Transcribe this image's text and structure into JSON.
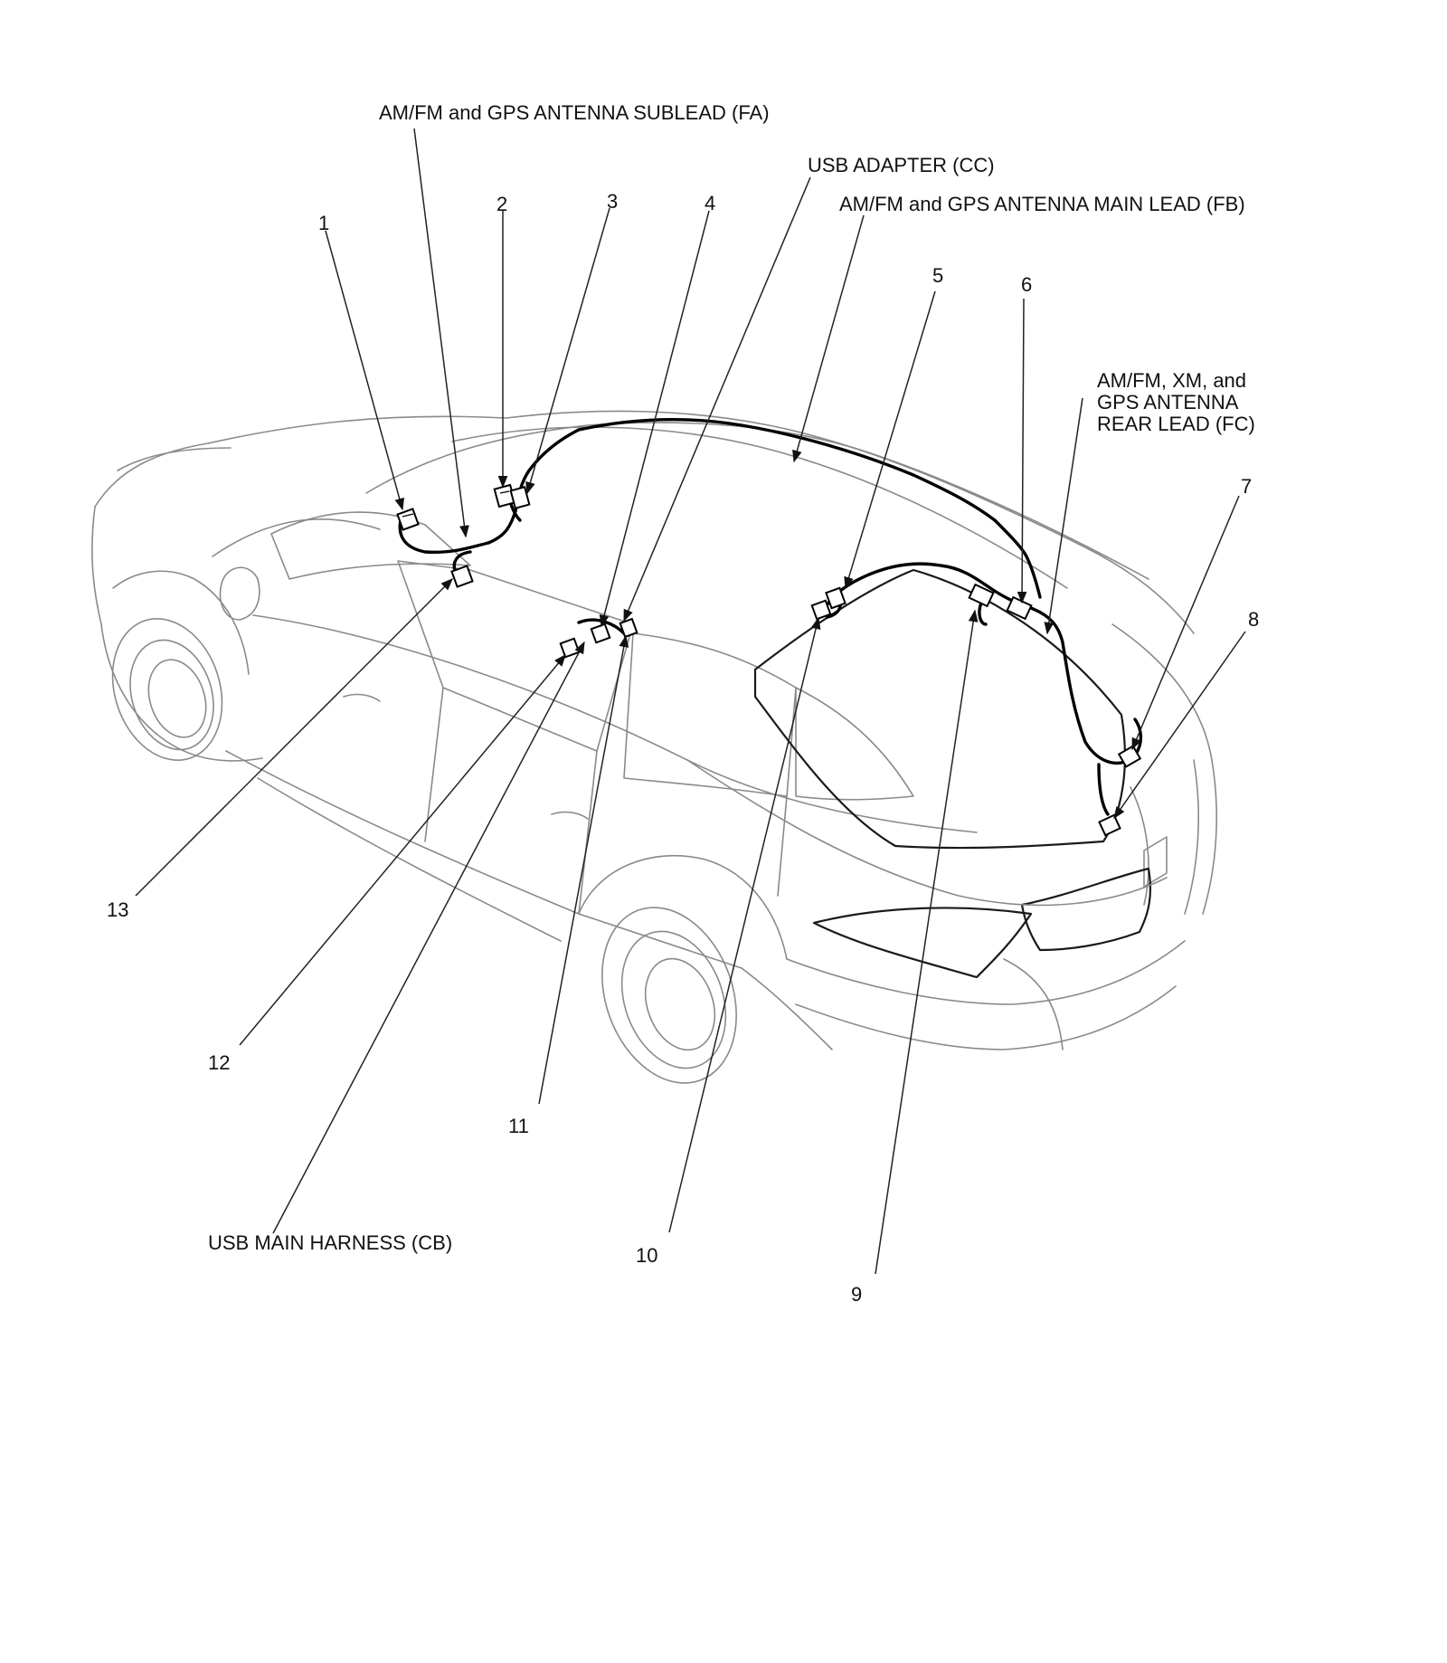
{
  "harness_labels": {
    "fa": "AM/FM and GPS ANTENNA SUBLEAD (FA)",
    "cc": "USB ADAPTER (CC)",
    "fb": "AM/FM and GPS ANTENNA MAIN LEAD (FB)",
    "fc_line1": "AM/FM, XM, and",
    "fc_line2": "GPS ANTENNA",
    "fc_line3": "REAR LEAD (FC)",
    "cb": "USB MAIN HARNESS (CB)"
  },
  "connector_numbers": [
    "1",
    "2",
    "3",
    "4",
    "5",
    "6",
    "7",
    "8",
    "9",
    "10",
    "11",
    "12",
    "13"
  ]
}
